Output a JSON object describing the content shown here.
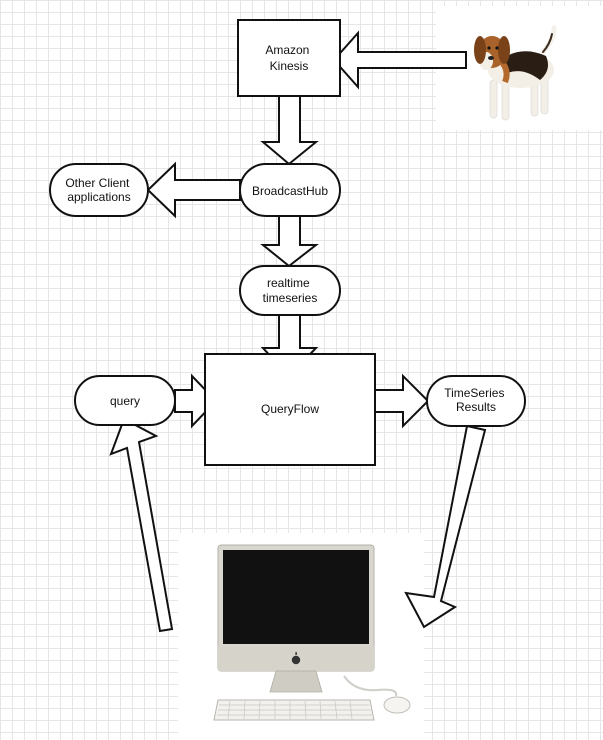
{
  "nodes": {
    "kinesis": [
      "Amazon",
      "Kinesis"
    ],
    "broadcast_hub": [
      "BroadcastHub"
    ],
    "other_clients": [
      "Other Client",
      "applications"
    ],
    "realtime_timeseries": [
      "realtime",
      "timeseries"
    ],
    "query_flow": [
      "QueryFlow"
    ],
    "query": [
      "query"
    ],
    "timeseries_results": [
      "TimeSeries",
      "Results"
    ]
  },
  "images": {
    "dog": "beagle-dog-photo",
    "computer": "imac-desktop-computer-with-keyboard-and-mouse",
    "computer_logo": "apple-logo-icon"
  },
  "colors": {
    "stroke": "#111111",
    "fill": "#ffffff",
    "grid": "#e6e6e6",
    "screen": "#111111",
    "computer_silver": "#d8d6cf"
  }
}
